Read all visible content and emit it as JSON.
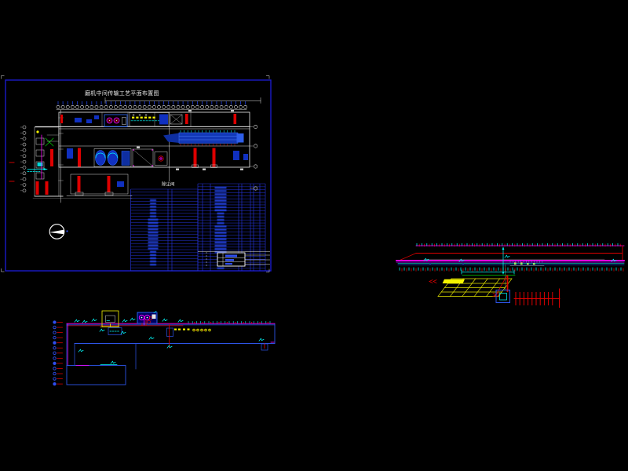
{
  "window": {
    "background": "#000000",
    "kind": "cad-drawing-canvas"
  },
  "main_plan": {
    "title": "磨机中间传输工艺平面布置图",
    "room_label": "除尘间"
  },
  "palette": {
    "frame_blue": "#1A1AC8",
    "table_grid_blue": "#2433D6",
    "bright_blue": "#2E6BFF",
    "fill_blue": "#1030C0",
    "navy": "#0E2EA0",
    "red": "#DE0000",
    "magenta": "#FF00FF",
    "cyan": "#00FFFF",
    "yellow": "#F5F500",
    "green": "#00CC00",
    "purple": "#8A00CC",
    "white": "#FFFFFF"
  }
}
